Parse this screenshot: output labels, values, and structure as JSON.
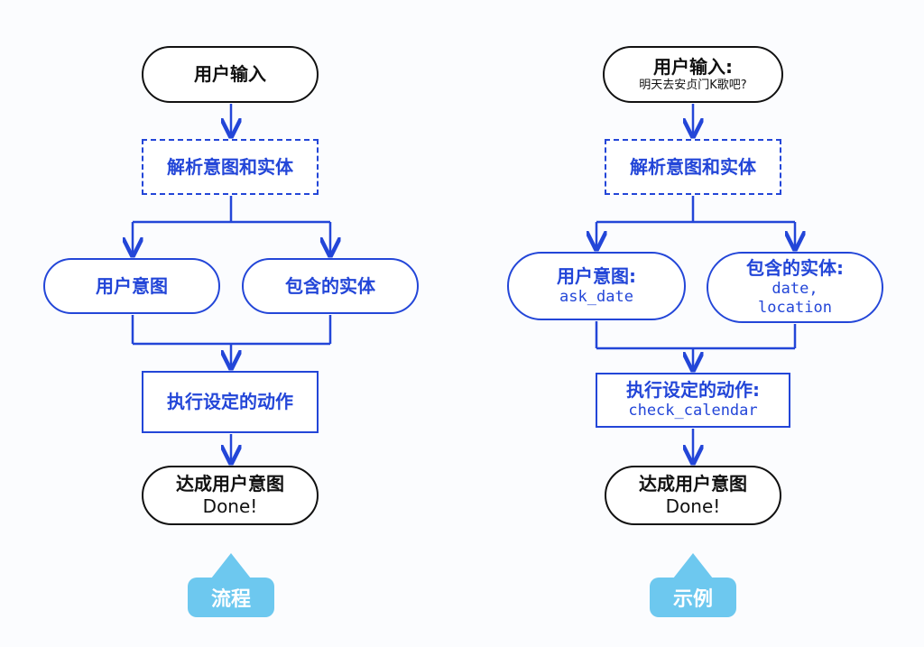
{
  "colors": {
    "blue": "#2346d8",
    "black": "#111111",
    "tag": "#6dc8ef"
  },
  "left": {
    "input": "用户输入",
    "parse": "解析意图和实体",
    "intent": "用户意图",
    "entity": "包含的实体",
    "action": "执行设定的动作",
    "goal": "达成用户意图",
    "done": "Done!",
    "tag": "流程"
  },
  "right": {
    "input": "用户输入:",
    "input_example": "明天去安贞门K歌吧?",
    "parse": "解析意图和实体",
    "intent": "用户意图:",
    "intent_value": "ask_date",
    "entity": "包含的实体:",
    "entity_value_1": "date,",
    "entity_value_2": "location",
    "action": "执行设定的动作:",
    "action_value": "check_calendar",
    "goal": "达成用户意图",
    "done": "Done!",
    "tag": "示例"
  }
}
